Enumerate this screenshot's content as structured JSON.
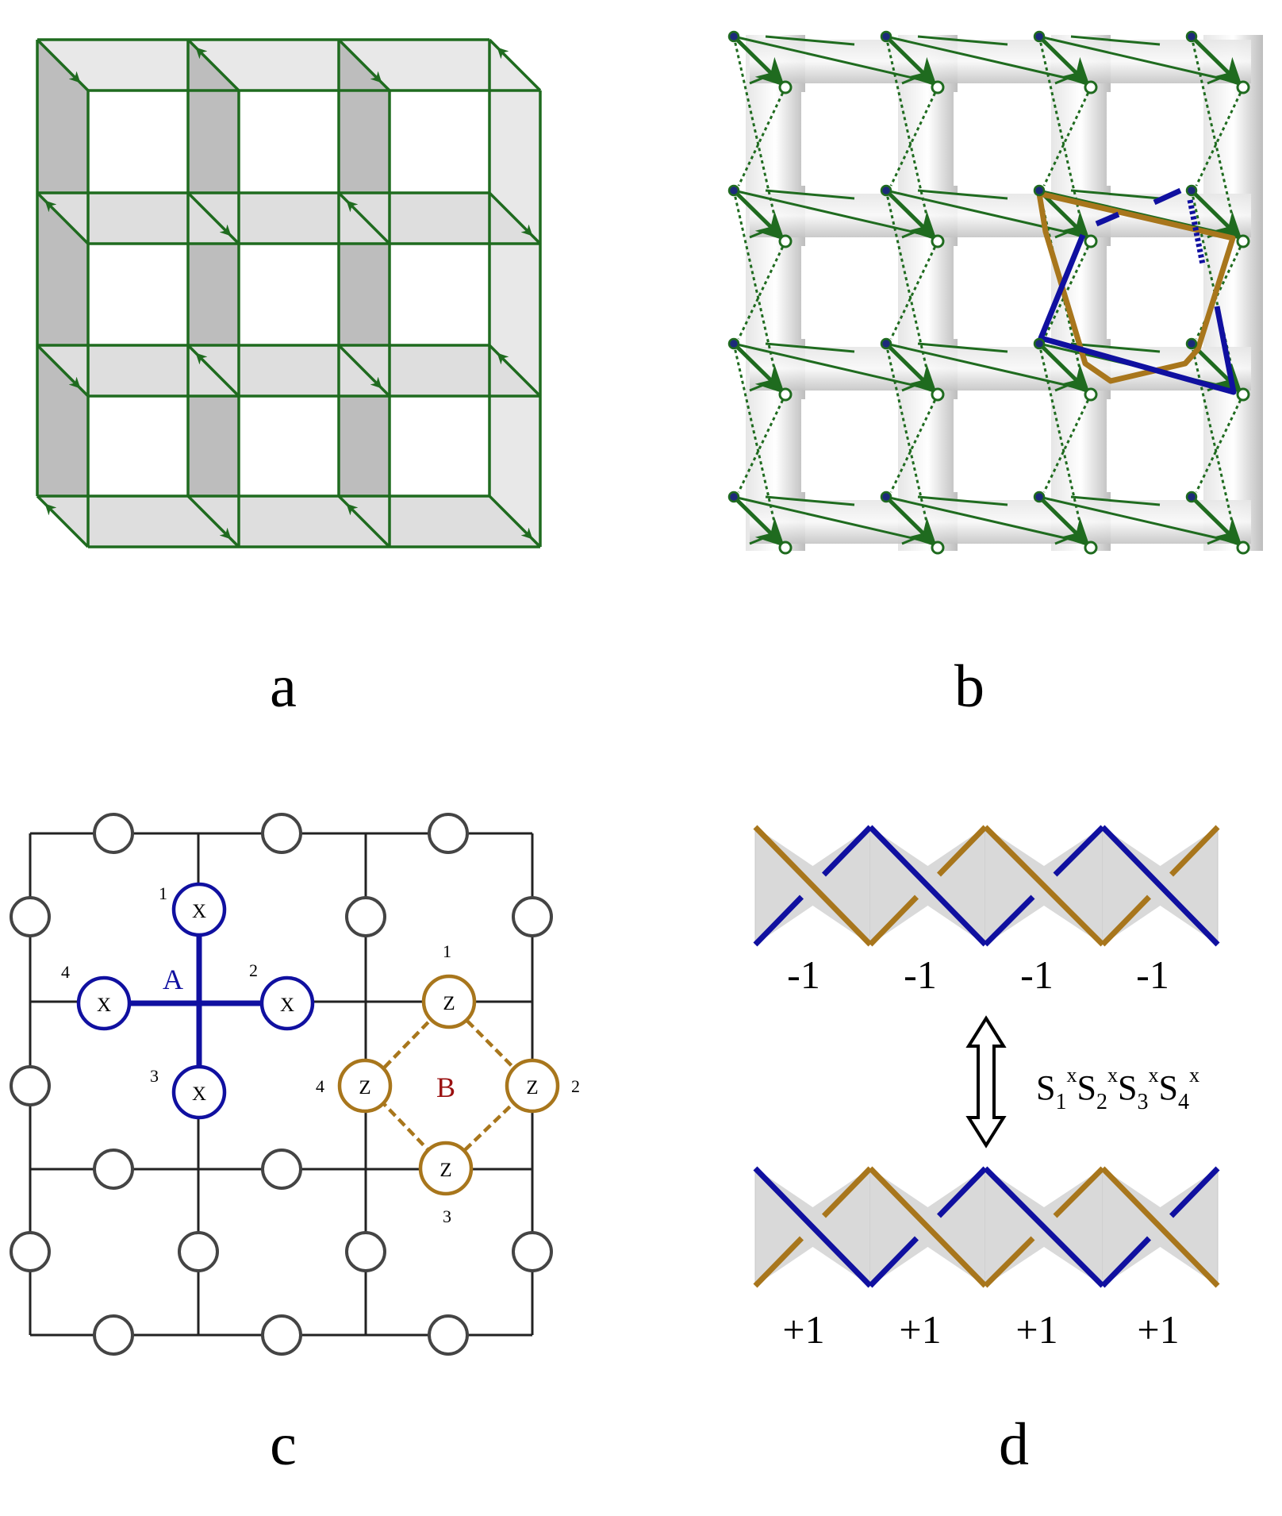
{
  "panel_labels": {
    "a": "a",
    "b": "b",
    "c": "c",
    "d": "d"
  },
  "panel_c": {
    "plaquette_a": {
      "label": "A",
      "spin_op": "X",
      "site_numbers": [
        "1",
        "2",
        "3",
        "4"
      ]
    },
    "plaquette_b": {
      "label": "B",
      "spin_op": "Z",
      "site_numbers": [
        "1",
        "2",
        "3",
        "4"
      ]
    }
  },
  "panel_d": {
    "top_values": [
      "-1",
      "-1",
      "-1",
      "-1"
    ],
    "bottom_values": [
      "+1",
      "+1",
      "+1",
      "+1"
    ],
    "operator": {
      "parts": [
        {
          "base": "S",
          "sub": "1",
          "sup": "x"
        },
        {
          "base": "S",
          "sub": "2",
          "sup": "x"
        },
        {
          "base": "S",
          "sub": "3",
          "sup": "x"
        },
        {
          "base": "S",
          "sub": "4",
          "sup": "x"
        }
      ]
    }
  },
  "colors": {
    "green": "#1f6b1f",
    "blue": "#1010a0",
    "gold": "#a8761c",
    "dark_red": "#9a1010",
    "grid": "#222222",
    "shade": "#cfcfcf"
  }
}
